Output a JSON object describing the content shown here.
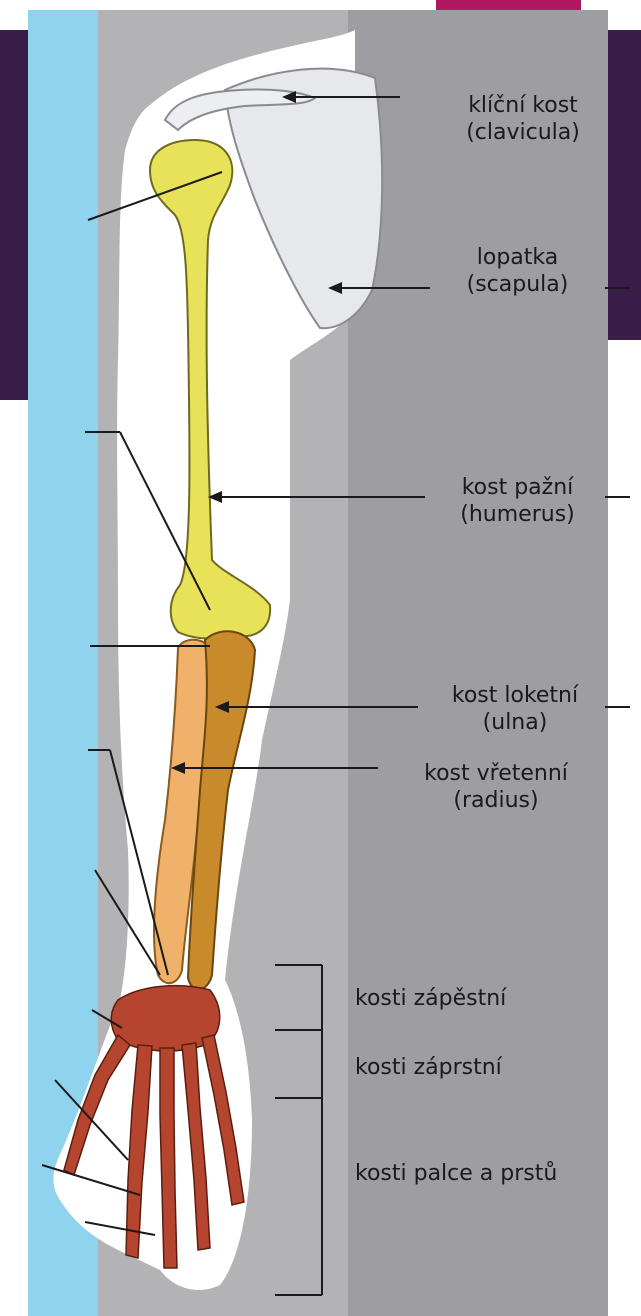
{
  "labels": {
    "clavicula": {
      "line1": "klíční kost",
      "line2": "(clavicula)"
    },
    "scapula": {
      "line1": "lopatka",
      "line2": "(scapula)"
    },
    "humerus": {
      "line1": "kost pažní",
      "line2": "(humerus)"
    },
    "ulna": {
      "line1": "kost loketní",
      "line2": "(ulna)"
    },
    "radius": {
      "line1": "kost vřetenní",
      "line2": "(radius)"
    },
    "carpals": "kosti zápěstní",
    "metacarpals": "kosti záprstní",
    "phalanges": "kosti palce a prstů"
  },
  "colors": {
    "stripe": "#8fd3ef",
    "arm_panel": "#b3b3b6",
    "torso_panel": "#9e9da2",
    "slide_purple": "#3b1d4a",
    "slide_magenta": "#b0185f",
    "humerus": "#e8e25a",
    "radius": "#f0b26a",
    "ulna": "#c98a2c",
    "hand_bones": "#b5452e",
    "scapula": "#e6e8ec"
  }
}
